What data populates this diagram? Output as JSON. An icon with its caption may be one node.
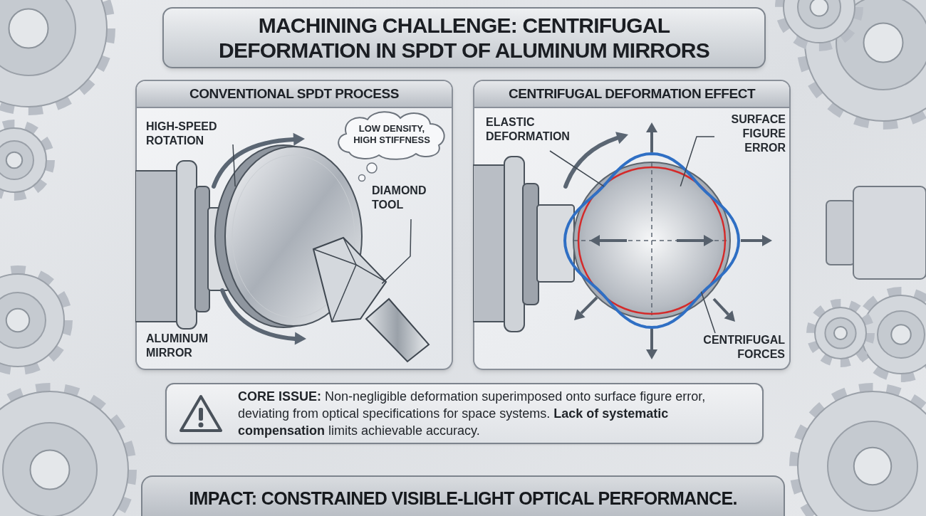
{
  "diagram": {
    "nodes": [
      {
        "text": [
          "MACHINING CHALLENGE: CENTRIFUGAL DEFORMATION IN SPDT OF ALUMINUM MIRRORS"
        ]
      },
      {
        "text": [
          "CONVENTIONAL SPDT PROCESS"
        ]
      },
      {
        "text": [
          "CENTRIFUGAL DEFORMATION EFFECT"
        ]
      },
      {
        "text": [
          "HIGH-SPEED ROTATION"
        ],
        "in": 1
      },
      {
        "text": [
          "LOW DENSITY, HIGH STIFFNESS"
        ],
        "in": 1
      },
      {
        "text": [
          "DIAMOND TOOL"
        ],
        "in": 1
      },
      {
        "text": [
          "ALUMINUM MIRROR"
        ],
        "in": 1
      },
      {
        "text": [],
        "shape": "picture",
        "in": 1
      },
      {
        "text": [],
        "shape": "picture",
        "in": 1
      },
      {
        "text": [
          "ELASTIC DEFORMATION"
        ],
        "in": 2
      },
      {
        "text": [
          "SURFACE FIGURE ERROR"
        ],
        "in": 2
      },
      {
        "text": [
          "CENTRIFUGAL FORCES"
        ],
        "in": 2
      },
      {
        "text": [],
        "shape": "picture",
        "in": 2
      },
      {
        "text": [
          "**CORE ISSUE:** Non-negligible deformation superimposed onto surface figure error, deviating from optical specifications for space systems. **Lack of systematic compensation** limits achievable accuracy."
        ]
      },
      {
        "text": [
          "IMPACT: CONSTRAINED VISIBLE-LIGHT OPTICAL PERFORMANCE."
        ]
      }
    ],
    "edges": [
      {
        "from": 3,
        "to": 7,
        "arrow": "none"
      },
      {
        "from": 5,
        "to": 8,
        "arrow": "none"
      },
      {
        "from": 9,
        "to": 12,
        "arrow": "none"
      },
      {
        "from": 10,
        "to": 12,
        "arrow": "none"
      },
      {
        "from": 11,
        "to": 12,
        "arrow": "none"
      }
    ]
  }
}
